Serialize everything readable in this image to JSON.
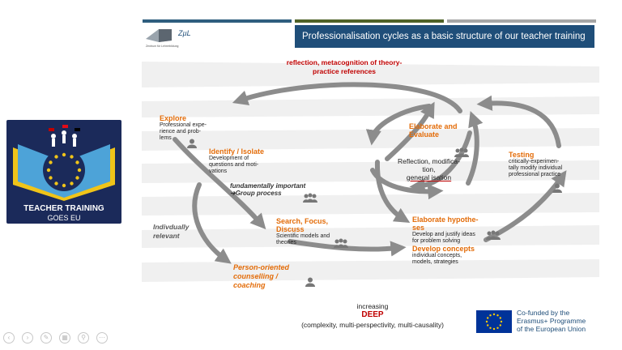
{
  "header": {
    "title": "Professionalisation cycles as a basic structure of our teacher training",
    "logo_text": "ZµL",
    "logo_subtext": "Zentrum für Lehrerbildung"
  },
  "badge": {
    "line1": "TEACHER TRAINING",
    "line2": "GOES EU"
  },
  "cycle": {
    "top_label": "reflection, metacognition of theory-\npractice references",
    "explore": {
      "title": "Explore",
      "desc": "Professional expe-\nrience and prob-\nlems"
    },
    "identify": {
      "title": "Identify / Isolate",
      "desc": "Development of\nquestions and moti-\nvations"
    },
    "fundamental": {
      "text": "fundamentally important",
      "group": "➔Group process"
    },
    "individually": "Indivdually\nrelevant",
    "search": {
      "title": "Search, Focus,\nDiscuss",
      "desc": "Scientific models and\ntheories"
    },
    "person": {
      "title": "Person-oriented\ncounselling /\ncoaching"
    },
    "elaborate_eval": {
      "title": "Elaborate and\nEvaluate"
    },
    "reflection": {
      "text": "Reflection, modifica-\ntion,",
      "underlined": "general isation"
    },
    "hypotheses": {
      "title": "Elaborate hypothe-\nses",
      "desc": "Develop and justify ideas\nfor problem solving"
    },
    "concepts": {
      "title": "Develop concepts",
      "desc": "individual concepts,\nmodels, strategies"
    },
    "testing": {
      "title": "Testing",
      "desc": "critically-experimen-\ntally modify individual\nprofessional practice"
    }
  },
  "footer": {
    "increasing": "increasing",
    "deep": "DEEP",
    "paren": "(complexity, multi-perspectivity, multi-causality)"
  },
  "eu": {
    "text": "Co-funded by the\nErasmus+ Programme\nof the European Union"
  },
  "colors": {
    "orange": "#e36c09",
    "red": "#c00000",
    "navy": "#1f4e79",
    "arrow": "#8c8c8c"
  }
}
